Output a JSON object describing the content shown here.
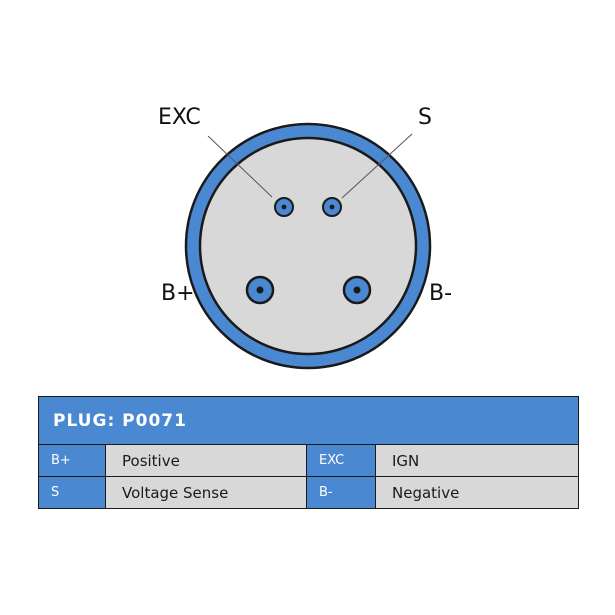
{
  "plug": {
    "title": "PLUG: P0071"
  },
  "pins": {
    "exc": "EXC",
    "s": "S",
    "b_plus": "B+",
    "b_minus": "B-"
  },
  "table": {
    "rows": [
      {
        "left_code": "B+",
        "left_desc": "Positive",
        "right_code": "EXC",
        "right_desc": "IGN"
      },
      {
        "left_code": "S",
        "left_desc": "Voltage Sense",
        "right_code": "B-",
        "right_desc": "Negative"
      }
    ]
  },
  "colors": {
    "accent_blue": "#4a88d2",
    "face_gray": "#d8d8d8",
    "outline": "#1a1a1a"
  }
}
